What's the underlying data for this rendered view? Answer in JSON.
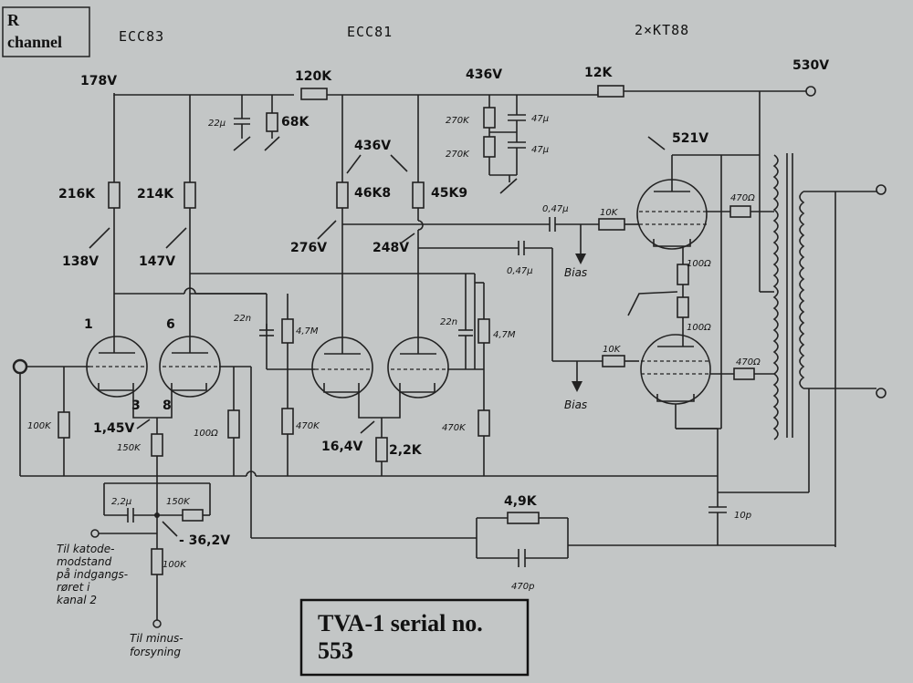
{
  "channel_box": {
    "line1": "R",
    "line2": "channel"
  },
  "headers": {
    "ecc83": "ECC83",
    "ecc81": "ECC81",
    "kt88": "2×KT88"
  },
  "title_box": {
    "line1": "TVA-1 serial no.",
    "line2": "553"
  },
  "voltages": {
    "v178": "178V",
    "v138": "138V",
    "v147": "147V",
    "v436_top": "436V",
    "v436_mid": "436V",
    "v276": "276V",
    "v248": "248V",
    "v530": "530V",
    "v521": "521V",
    "v1_45": "1,45V",
    "v16_4": "16,4V",
    "vneg36": "- 36,2V"
  },
  "components": {
    "r216k": "216K",
    "r214k": "214K",
    "r120k": "120K",
    "c22u": "22µ",
    "r68k": "68K",
    "r46k8": "46K8",
    "r45k9": "45K9",
    "r270k_a": "270K",
    "r270k_b": "270K",
    "c47u_a": "47µ",
    "c47u_b": "47µ",
    "r12k": "12K",
    "c047_a": "0,47µ",
    "c047_b": "0,47µ",
    "r10k_a": "10K",
    "r10k_b": "10K",
    "r470_a": "470Ω",
    "r470_b": "470Ω",
    "r100_a": "100Ω",
    "r100_b": "100Ω",
    "c22n_a": "22n",
    "c22n_b": "22n",
    "r4m7_a": "4,7M",
    "r4m7_b": "4,7M",
    "r470k_a": "470K",
    "r470k_b": "470K",
    "r100k_in": "100K",
    "r100_cath": "100Ω",
    "r150k_a": "150K",
    "r150k_b": "150K",
    "c2_2u": "2,2µ",
    "r100k_low": "100K",
    "r2_2k": "2,2K",
    "r4_9k": "4,9K",
    "c470p": "470p",
    "c10p": "10p"
  },
  "tube_labels": {
    "t1": "1",
    "t6": "6",
    "pin3": "3",
    "pin8": "8"
  },
  "bias_labels": {
    "b1": "Bias",
    "b2": "Bias"
  },
  "notes": {
    "katode": [
      "Til katode-",
      "modstand",
      "på indgangs-",
      "røret i",
      "kanal 2"
    ],
    "minus": [
      "Til minus-",
      "forsyning"
    ]
  }
}
